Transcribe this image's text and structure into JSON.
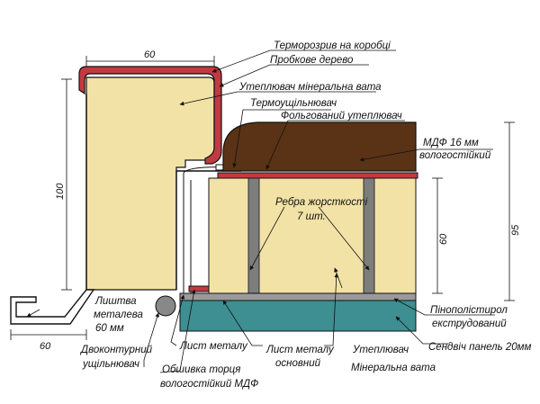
{
  "colors": {
    "insulation": "#f2e2a6",
    "mdf": "#5a3317",
    "cork": "#c23a41",
    "sandwich": "#3d8f91",
    "sheet": "#9a9a9a",
    "rib": "#7d7d7d",
    "seal": "#888888",
    "line": "#111111"
  },
  "labels": {
    "thermal_break_box": "Терморозрив на коробці",
    "cork_wood": "Пробкове дерево",
    "mineral_wool_insulation": "Утеплювач мінеральна вата",
    "thermal_seal": "Термоущільнювач",
    "foil_insulation": "Фольгований утеплювач",
    "mdf_16": "МДФ 16 мм",
    "mdf_moisture": "вологостійкий",
    "ribs": "Ребра жорсткості",
    "ribs_count": "7 шт.",
    "trim_1": "Лиштва",
    "trim_2": "металева",
    "trim_3": "60 мм",
    "double_seal_1": "Двоконтурний",
    "double_seal_2": "ущільнювач",
    "sheet_metal": "Лист металу",
    "sheet_metal_main_1": "Лист металу",
    "sheet_metal_main_2": "основний",
    "insulation_1": "Утеплювач",
    "insulation_2": "Мінеральна вата",
    "polystyrene_1": "Пінополістирол",
    "polystyrene_2": "екструдований",
    "sandwich_panel": "Сендвіч панель 20мм",
    "edge_cover_1": "Обшивка торця",
    "edge_cover_2": "вологостійкий МДФ"
  },
  "dimensions": {
    "box_width": "60",
    "box_height": "100",
    "trim_width": "60",
    "leaf_insulation": "60",
    "leaf_total": "95"
  }
}
